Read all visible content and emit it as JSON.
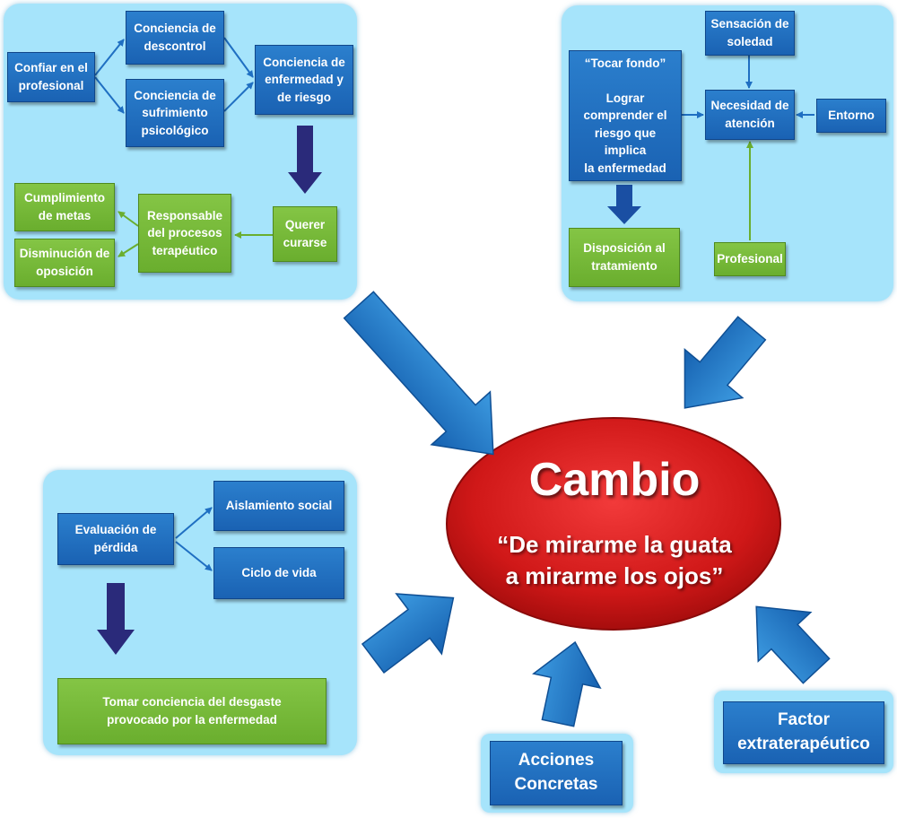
{
  "panel1": {
    "confiar": "Confiar en el\nprofesional",
    "descontrol": "Conciencia de\ndescontrol",
    "sufrimiento": "Conciencia de\nsufrimiento\npsicológico",
    "enfermedad": "Conciencia de\nenfermedad y\nde riesgo",
    "querer": "Querer\ncurarse",
    "responsable": "Responsable\ndel procesos\nterapéutico",
    "metas": "Cumplimiento\nde metas",
    "oposicion": "Disminución de\noposición"
  },
  "panel2": {
    "tocar": "“Tocar fondo”\n\nLograr\ncomprender el\nriesgo que implica\nla enfermedad",
    "soledad": "Sensación de\nsoledad",
    "necesidad": "Necesidad de\natención",
    "entorno": "Entorno",
    "profesional": "Profesional",
    "disposicion": "Disposición al\ntratamiento"
  },
  "panel3": {
    "evaluacion": "Evaluación de\npérdida",
    "aislamiento": "Aislamiento social",
    "ciclo": "Ciclo de vida",
    "tomar": "Tomar conciencia del desgaste\nprovocado por la enfermedad"
  },
  "center": {
    "title": "Cambio",
    "quote": "“De mirarme la guata\na mirarme los ojos”"
  },
  "acciones": "Acciones\nConcretas",
  "factor": "Factor\nextraterapéutico",
  "colors": {
    "panel": "#a6e4fb",
    "blue_box": "#1f6fc2",
    "green_box": "#76b83a",
    "ellipse": "#d81c1c",
    "dark_arrow": "#2a2a7a",
    "big_arrow": "#1f7fd0"
  }
}
